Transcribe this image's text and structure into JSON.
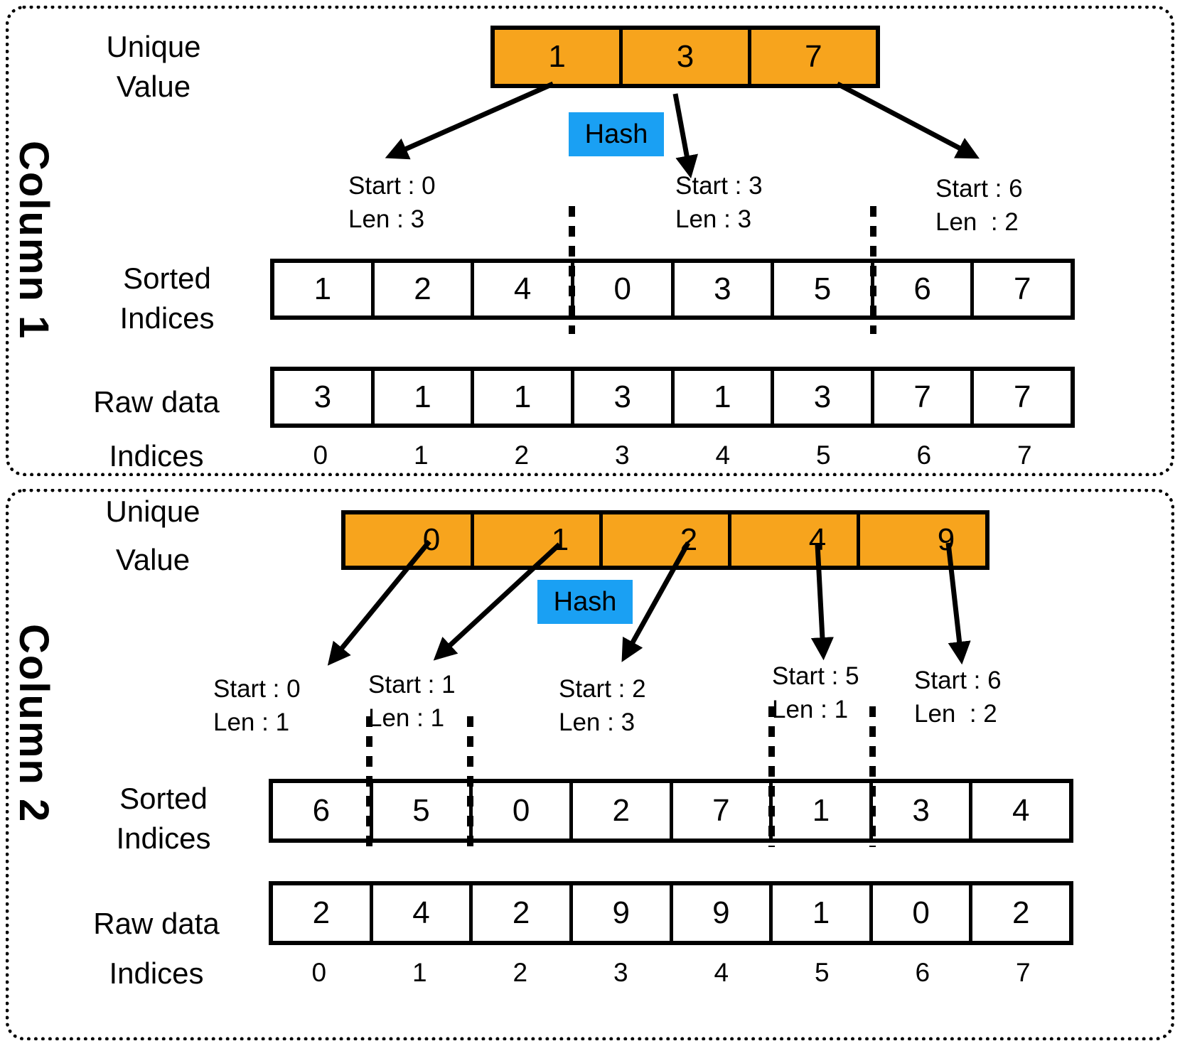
{
  "colors": {
    "cell_fill": "#F7A41D",
    "hash_fill": "#1AA0F3"
  },
  "col1": {
    "title": "Column 1",
    "unique_label": [
      "Unique",
      "Value"
    ],
    "unique_values": [
      "1",
      "3",
      "7"
    ],
    "hash_label": "Hash",
    "annotations": [
      {
        "start": "Start : 0",
        "len": "Len : 3"
      },
      {
        "start": "Start : 3",
        "len": "Len : 3"
      },
      {
        "start": "Start : 6",
        "len": "Len  : 2"
      }
    ],
    "sorted_label": [
      "Sorted",
      "Indices"
    ],
    "sorted_indices": [
      "1",
      "2",
      "4",
      "0",
      "3",
      "5",
      "6",
      "7"
    ],
    "raw_label": "Raw data",
    "raw_data": [
      "3",
      "1",
      "1",
      "3",
      "1",
      "3",
      "7",
      "7"
    ],
    "indices_label": "Indices",
    "indices": [
      "0",
      "1",
      "2",
      "3",
      "4",
      "5",
      "6",
      "7"
    ]
  },
  "col2": {
    "title": "Column 2",
    "unique_label": [
      "Unique",
      "Value"
    ],
    "unique_values": [
      "0",
      "1",
      "2",
      "4",
      "9"
    ],
    "hash_label": "Hash",
    "annotations": [
      {
        "start": "Start : 0",
        "len": "Len : 1"
      },
      {
        "start": "Start : 1",
        "len": "Len : 1"
      },
      {
        "start": "Start : 2",
        "len": "Len : 3"
      },
      {
        "start": "Start : 5",
        "len": "Len : 1"
      },
      {
        "start": "Start : 6",
        "len": "Len  : 2"
      }
    ],
    "sorted_label": [
      "Sorted",
      "Indices"
    ],
    "sorted_indices": [
      "6",
      "5",
      "0",
      "2",
      "7",
      "1",
      "3",
      "4"
    ],
    "raw_label": "Raw data",
    "raw_data": [
      "2",
      "4",
      "2",
      "9",
      "9",
      "1",
      "0",
      "2"
    ],
    "indices_label": "Indices",
    "indices": [
      "0",
      "1",
      "2",
      "3",
      "4",
      "5",
      "6",
      "7"
    ]
  }
}
